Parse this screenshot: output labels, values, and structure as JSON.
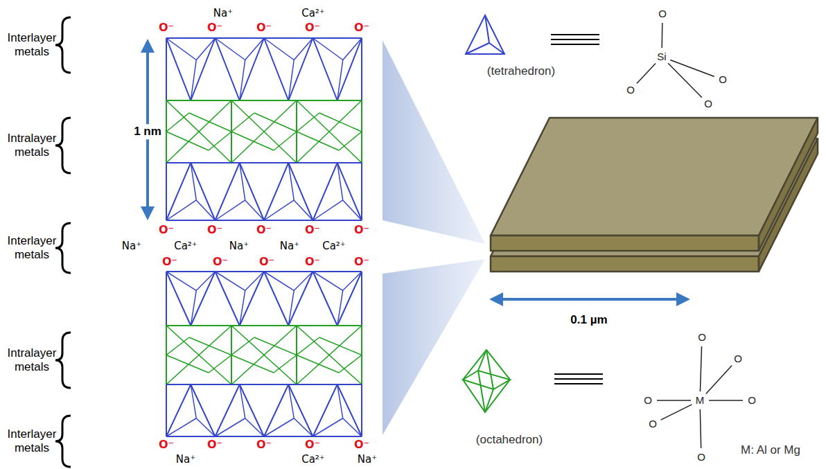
{
  "diagram": {
    "labels": [
      "Interlayer metals",
      "Na⁺",
      "Ca²⁺",
      "O⁻",
      "O⁻",
      "O⁻",
      "O⁻",
      "O⁻",
      "1 nm",
      "Intralayer metals",
      "(tetrahedron)",
      "O",
      "Si",
      "O",
      "O",
      "O",
      "O⁻",
      "O⁻",
      "O⁻",
      "O⁻",
      "O⁻",
      "Interlayer metals",
      "Na⁺",
      "Ca²⁺",
      "Na⁺",
      "Na⁺",
      "Ca²⁺",
      "O⁻",
      "O⁻",
      "O⁻",
      "O⁻",
      "O⁻",
      "0.1 µm",
      "Intralayer metals",
      "(octahedron)",
      "O",
      "O",
      "O",
      "M",
      "O",
      "O",
      "M: Al or Mg",
      "O",
      "O⁻",
      "O⁻",
      "O⁻",
      "O⁻",
      "O⁻",
      "Interlayer metals",
      "Na⁺",
      "Ca²⁺",
      "Na⁺"
    ]
  }
}
